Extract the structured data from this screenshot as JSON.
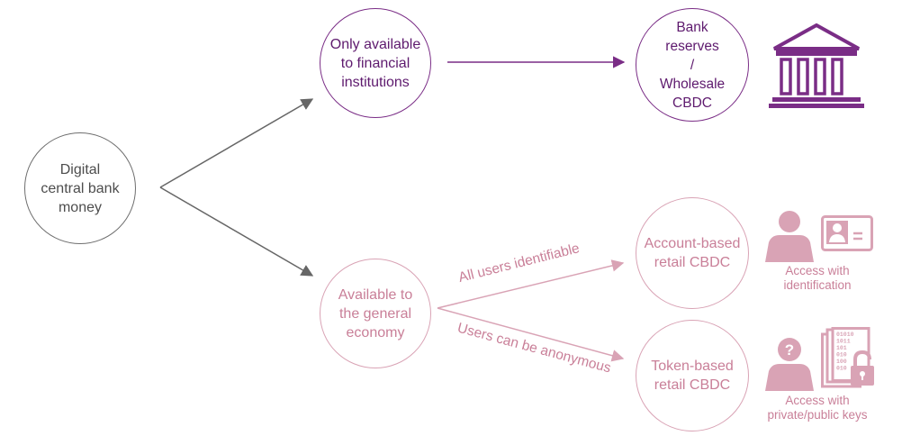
{
  "colors": {
    "grey": "#6e6e6e",
    "purple": "#7a2d86",
    "pink": "#d9a3b5",
    "pink_text": "#c97f98"
  },
  "nodes": {
    "root": "Digital\ncentral bank\nmoney",
    "financial": "Only available\nto financial\ninstitutions",
    "wholesale": "Bank\nreserves\n/\nWholesale\nCBDC",
    "general": "Available to\nthe general\neconomy",
    "account": "Account-based\nretail CBDC",
    "token": "Token-based\nretail CBDC"
  },
  "edges": {
    "identifiable": "All users identifiable",
    "anonymous": "Users can be anonymous"
  },
  "captions": {
    "identification": "Access with\nidentification",
    "keys": "Access with\nprivate/public keys"
  },
  "icons": {
    "bank": "bank-building-icon",
    "person_id": "person-icon",
    "id_card": "id-card-icon",
    "person_question": "person-question-icon",
    "binary_lock": "binary-lock-icon",
    "binary_digits": [
      "01010",
      "1011",
      "101",
      "010",
      "100",
      "010"
    ]
  }
}
